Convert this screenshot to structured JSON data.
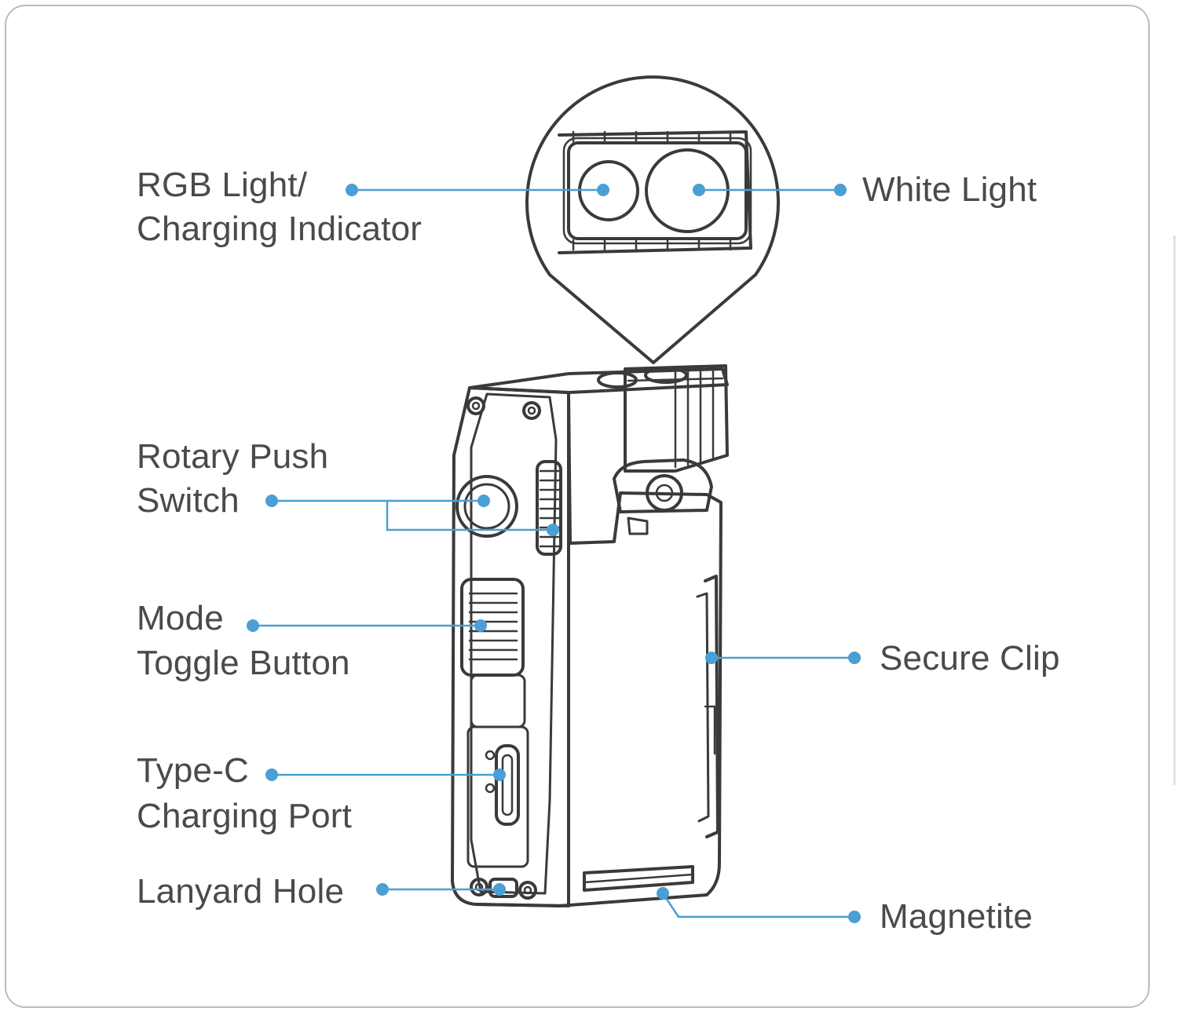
{
  "labels": {
    "rgb_light_line1": "RGB Light/",
    "rgb_light_line2": "Charging Indicator",
    "white_light": "White Light",
    "rotary_line1": "Rotary Push",
    "rotary_line2": "Switch",
    "mode_line1": "Mode",
    "mode_line2": "Toggle Button",
    "typec_line1": "Type-C",
    "typec_line2": "Charging Port",
    "lanyard": "Lanyard Hole",
    "secure_clip": "Secure Clip",
    "magnetite": "Magnetite"
  },
  "colors": {
    "callout": "#4a9fd4",
    "outline": "#3a3a3a",
    "text": "#4a4a4a",
    "frame": "#bcbcbc"
  },
  "icons": {
    "device": "flashlight-diagram-icon",
    "zoom": "magnifier-callout-icon"
  }
}
